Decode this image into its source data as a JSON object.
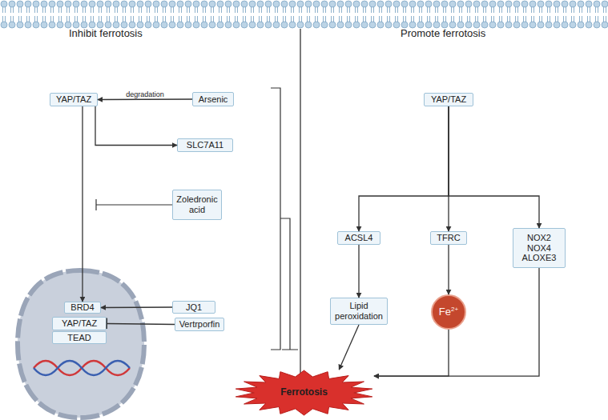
{
  "diagram": {
    "nodes": [
      {
        "text": [
          "YAP/TAZ"
        ]
      },
      {
        "text": [
          "Arsenic"
        ]
      },
      {
        "text": [
          "SLC7A11"
        ]
      },
      {
        "text": [
          "Zoledronic acid"
        ]
      },
      {
        "text": [
          "BRD4"
        ]
      },
      {
        "text": [
          "YAP/TAZ"
        ]
      },
      {
        "text": [
          "TEAD"
        ]
      },
      {
        "text": [
          "JQ1"
        ]
      },
      {
        "text": [
          "Vertrporfin"
        ]
      },
      {
        "text": [
          "YAP/TAZ"
        ]
      },
      {
        "text": [
          "ACSL4"
        ]
      },
      {
        "text": [
          "TFRC"
        ]
      },
      {
        "text": [
          "NOX2 NOX4 ALOXE3"
        ]
      },
      {
        "text": [
          "Lipid peroxidation"
        ]
      },
      {
        "text": [
          "Fe",
          "2+"
        ]
      },
      {
        "text": [
          "Ferrotosis"
        ]
      }
    ],
    "edges": [
      {
        "from": 1,
        "to": 0,
        "label": "degradation",
        "arrow": "to"
      },
      {
        "from": 0,
        "to": 2,
        "arrow": "to"
      },
      {
        "from": 0,
        "to": 4,
        "arrow": "to"
      },
      {
        "from": 7,
        "to": 4,
        "arrow": "to"
      },
      {
        "from": 8,
        "to": 5,
        "arrow": "to"
      },
      {
        "from": 9,
        "to": 10,
        "arrow": "to"
      },
      {
        "from": 9,
        "to": 11,
        "arrow": "to"
      },
      {
        "from": 9,
        "to": 12,
        "arrow": "to"
      },
      {
        "from": 10,
        "to": 13,
        "arrow": "to"
      },
      {
        "from": 11,
        "to": 14,
        "arrow": "to"
      },
      {
        "from": 13,
        "to": 15,
        "arrow": "to"
      },
      {
        "from": 14,
        "to": 15,
        "arrow": "to"
      },
      {
        "from": 12,
        "to": 15,
        "arrow": "to"
      }
    ],
    "labels": [
      "Inhibit ferrotosis",
      "Promote ferrotosis"
    ]
  }
}
